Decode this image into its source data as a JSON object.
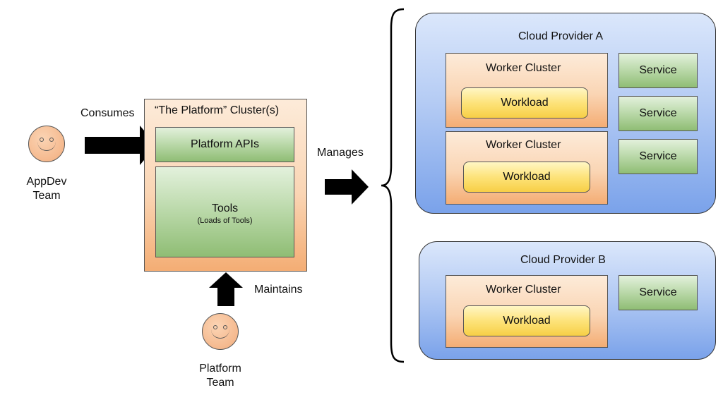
{
  "appdev_team": {
    "label_line1": "AppDev",
    "label_line2": "Team"
  },
  "platform_team": {
    "label_line1": "Platform",
    "label_line2": "Team"
  },
  "edges": {
    "consumes": "Consumes",
    "maintains": "Maintains",
    "manages": "Manages"
  },
  "platform_cluster": {
    "title": "“The Platform” Cluster(s)",
    "apis": "Platform APIs",
    "tools": "Tools",
    "tools_sub": "(Loads of Tools)"
  },
  "cloud_a": {
    "title": "Cloud Provider A",
    "clusters": [
      {
        "label": "Worker Cluster",
        "workload": "Workload"
      },
      {
        "label": "Worker Cluster",
        "workload": "Workload"
      }
    ],
    "services": [
      "Service",
      "Service",
      "Service"
    ]
  },
  "cloud_b": {
    "title": "Cloud Provider B",
    "clusters": [
      {
        "label": "Worker Cluster",
        "workload": "Workload"
      }
    ],
    "services": [
      "Service"
    ]
  }
}
